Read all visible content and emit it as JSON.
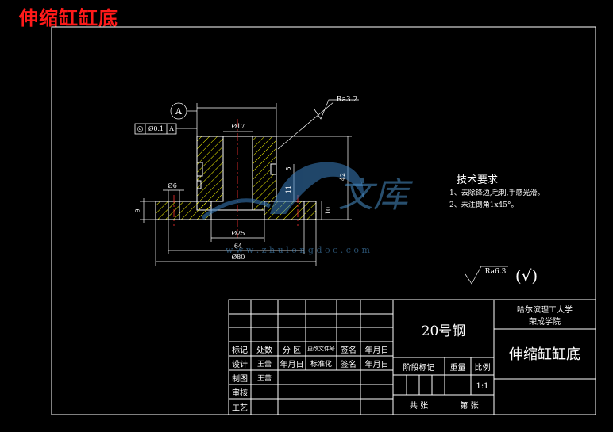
{
  "page_title": "伸缩缸缸底",
  "drawing": {
    "datum_label": "A",
    "tolerance_symbol": "◎",
    "tolerance_value": "Ø0.1",
    "tolerance_datum": "A",
    "roughness_top": "Ra3.2",
    "roughness_general": "Ra6.3",
    "roughness_general_paren": "(√)",
    "dims": {
      "d17": "Ø17",
      "d6": "Ø6",
      "d25": "Ø25",
      "d64": "64",
      "d80": "Ø80",
      "h42": "42",
      "h9": "9",
      "h10": "10",
      "h11": "11",
      "h5": "5"
    }
  },
  "tech_requirements": {
    "title": "技术要求",
    "items": [
      "1、去除锋边,毛刺,手感光滑。",
      "2、未注倒角1x45°。"
    ]
  },
  "watermark": {
    "text": "文库",
    "url": "w w w . z h u l o n g d o c . c o m"
  },
  "title_block": {
    "material": "20号钢",
    "school_line1": "哈尔滨理工大学",
    "school_line2": "荣成学院",
    "part_name": "伸缩缸缸底",
    "row_labels": {
      "mark": "标记",
      "count": "处数",
      "zone": "分 区",
      "doc_no": "更改文件号",
      "sign": "签名",
      "date": "年月日"
    },
    "design_row": {
      "design": "设计",
      "designer": "王蕾",
      "date": "年月日",
      "standard": "标准化",
      "sign": "签名",
      "date2": "年月日"
    },
    "draw_label": "制图",
    "drawer": "王蕾",
    "check_label": "审核",
    "process_label": "工艺",
    "stage_label": "阶段标记",
    "weight_label": "重量",
    "scale_label": "比例",
    "scale_value": "1:1",
    "sheets_total": "共 张",
    "sheet_no": "第 张"
  },
  "colors": {
    "background": "#000000",
    "lines": "#ffffff",
    "hatch": "#ffff00",
    "center": "#ff3333",
    "title": "#ff1a1a",
    "watermark": "#4a90c8"
  }
}
